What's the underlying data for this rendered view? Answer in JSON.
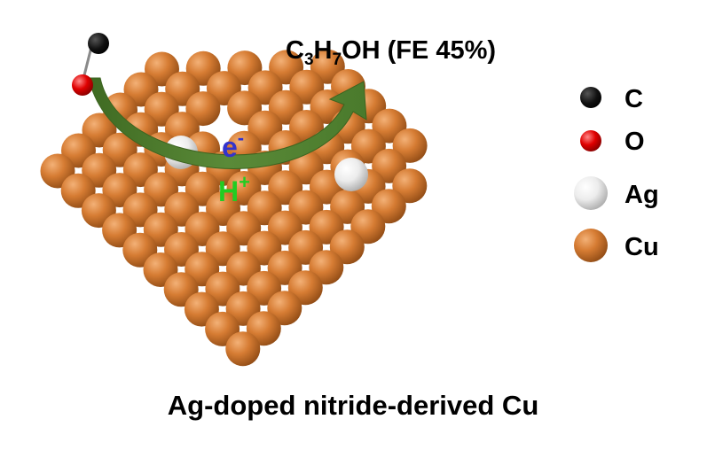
{
  "product": {
    "formula_parts": [
      "C",
      "3",
      "H",
      "7",
      "OH"
    ],
    "efficiency": "(FE 45%)"
  },
  "electron": {
    "base": "e",
    "sup": "-"
  },
  "proton": {
    "base": "H",
    "sup": "+"
  },
  "caption": "Ag-doped nitride-derived Cu",
  "legend": [
    {
      "symbol": "C-atom",
      "label": "C"
    },
    {
      "symbol": "O-atom",
      "label": "O"
    },
    {
      "symbol": "Ag-atom",
      "label": "Ag"
    },
    {
      "symbol": "Cu-atom",
      "label": "Cu"
    }
  ],
  "colors": {
    "copper": "#d27a33",
    "silver": "#e8e8e8",
    "oxygen": "#e00000",
    "carbon": "#000000",
    "arrow": "#4a7a2c",
    "electron_text": "#3333cc",
    "proton_text": "#22cc22"
  }
}
